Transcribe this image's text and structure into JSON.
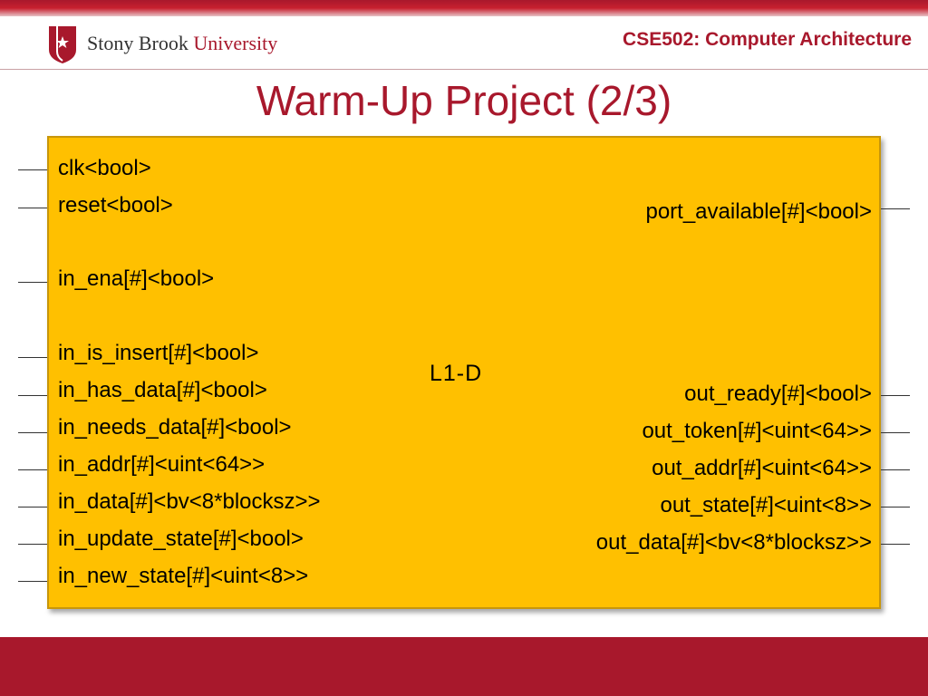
{
  "header": {
    "logo_text_main": "Stony Brook",
    "logo_text_accent": "University",
    "course": "CSE502: Computer Architecture",
    "brand_color": "#a8182c"
  },
  "slide": {
    "title": "Warm-Up Project (2/3)"
  },
  "diagram": {
    "block_name": "L1-D",
    "block_color": "#ffc000",
    "inputs": [
      "clk<bool>",
      "reset<bool>",
      "in_ena[#]<bool>",
      "in_is_insert[#]<bool>",
      "in_has_data[#]<bool>",
      "in_needs_data[#]<bool>",
      "in_addr[#]<uint<64>>",
      "in_data[#]<bv<8*blocksz>>",
      "in_update_state[#]<bool>",
      "in_new_state[#]<uint<8>>"
    ],
    "outputs": [
      "port_available[#]<bool>",
      "out_ready[#]<bool>",
      "out_token[#]<uint<64>>",
      "out_addr[#]<uint<64>>",
      "out_state[#]<uint<8>>",
      "out_data[#]<bv<8*blocksz>>"
    ]
  }
}
